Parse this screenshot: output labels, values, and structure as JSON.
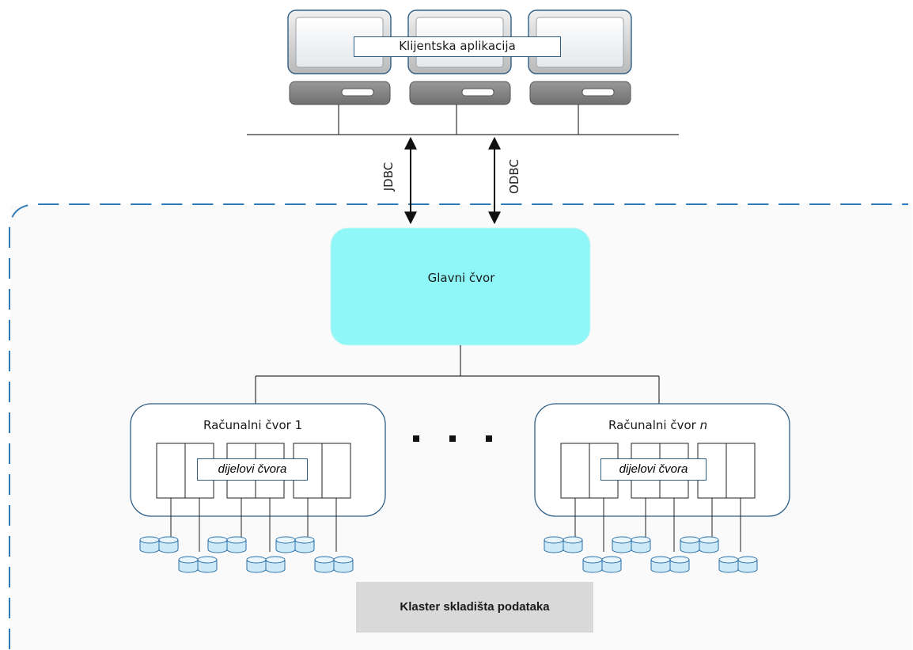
{
  "client": {
    "app_label": "Klijentska aplikacija",
    "workstations": [
      "workstation-1",
      "workstation-2",
      "workstation-3"
    ]
  },
  "links": {
    "jdbc": "JDBC",
    "odbc": "ODBC"
  },
  "main_node": {
    "label": "Glavni čvor",
    "color": "#8ff7f7"
  },
  "compute_nodes": [
    {
      "title_prefix": "Računalni čvor",
      "title_suffix": "1",
      "parts_label": "dijelovi čvora"
    },
    {
      "title_prefix": "Računalni čvor",
      "title_suffix": "n",
      "parts_label": "dijelovi čvora"
    }
  ],
  "ellipsis": ". . .",
  "cluster": {
    "label": "Klaster skladišta podataka",
    "border_color": "#2e7ab8"
  },
  "colors": {
    "outline": "#2f5f86",
    "disk": "#cde9f8",
    "disk_stroke": "#2a6fa8"
  }
}
